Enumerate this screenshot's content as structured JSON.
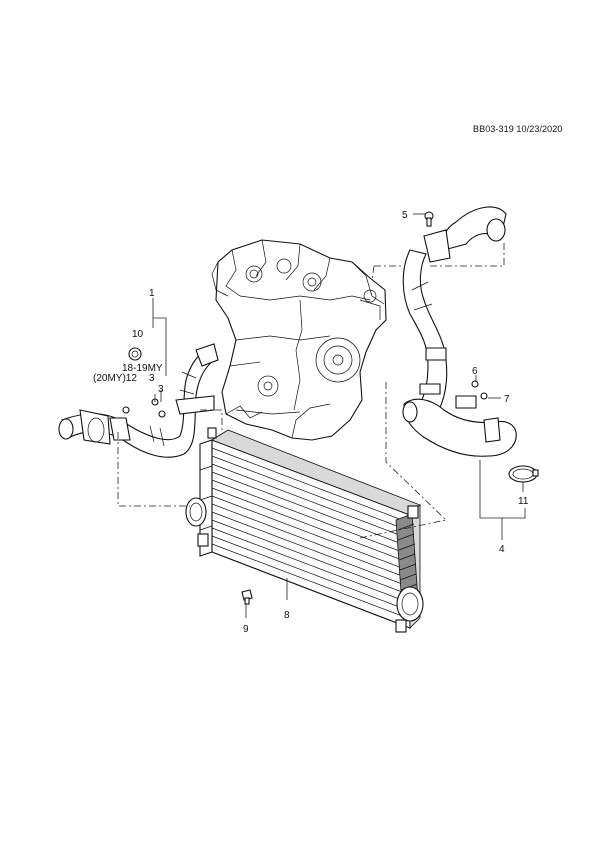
{
  "header": {
    "reference": "BB03-319 10/23/2020"
  },
  "callouts": {
    "c1": "1",
    "c2": "10",
    "c3": "18-19MY",
    "c4": "(20MY)12",
    "c5": "3",
    "c6": "3",
    "c7": "5",
    "c8": "6",
    "c9": "7",
    "c10": "11",
    "c11": "4",
    "c12": "8",
    "c13": "9"
  }
}
